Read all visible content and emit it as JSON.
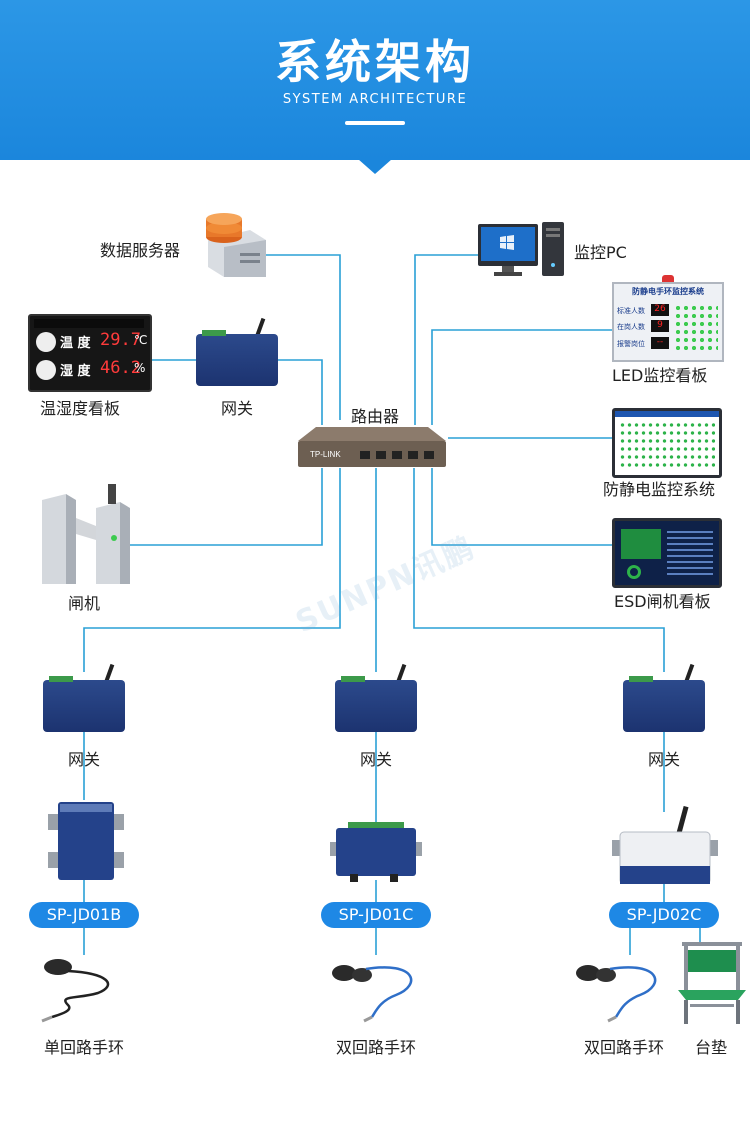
{
  "header": {
    "title": "系统架构",
    "subtitle": "SYSTEM ARCHITECTURE"
  },
  "nodes": {
    "data_server": "数据服务器",
    "monitor_pc": "监控PC",
    "humidity_board": "温湿度看板",
    "gateway_top": "网关",
    "router": "路由器",
    "led_board": "LED监控看板",
    "esd_system": "防静电监控系统",
    "turnstile": "闸机",
    "esd_gate_board": "ESD闸机看板",
    "gateway_left": "网关",
    "gateway_mid": "网关",
    "gateway_right": "网关",
    "model_b": "SP-JD01B",
    "model_c": "SP-JD01C",
    "model_2c": "SP-JD02C",
    "single_strap": "单回路手环",
    "dual_strap_mid": "双回路手环",
    "dual_strap_right": "双回路手环",
    "bench_mat": "台垫"
  },
  "devices": {
    "router_brand": "TP-LINK",
    "humidity_row1": "温 度",
    "humidity_temp": "29.7",
    "humidity_temp_unit": "℃",
    "humidity_row2": "湿 度",
    "humidity_hum": "46.2",
    "humidity_hum_unit": "%",
    "led_title": "防静电手环监控系统",
    "led_row1": "标准人数",
    "led_val1": "26",
    "led_row2": "在岗人数",
    "led_val2": "9",
    "led_row3": "报警岗位",
    "led_val3": "--"
  },
  "watermark": "SUNPN讯鹏",
  "colors": {
    "header": "#1b86dc",
    "wire": "#2aa0d6",
    "pill": "#1e88e5"
  }
}
